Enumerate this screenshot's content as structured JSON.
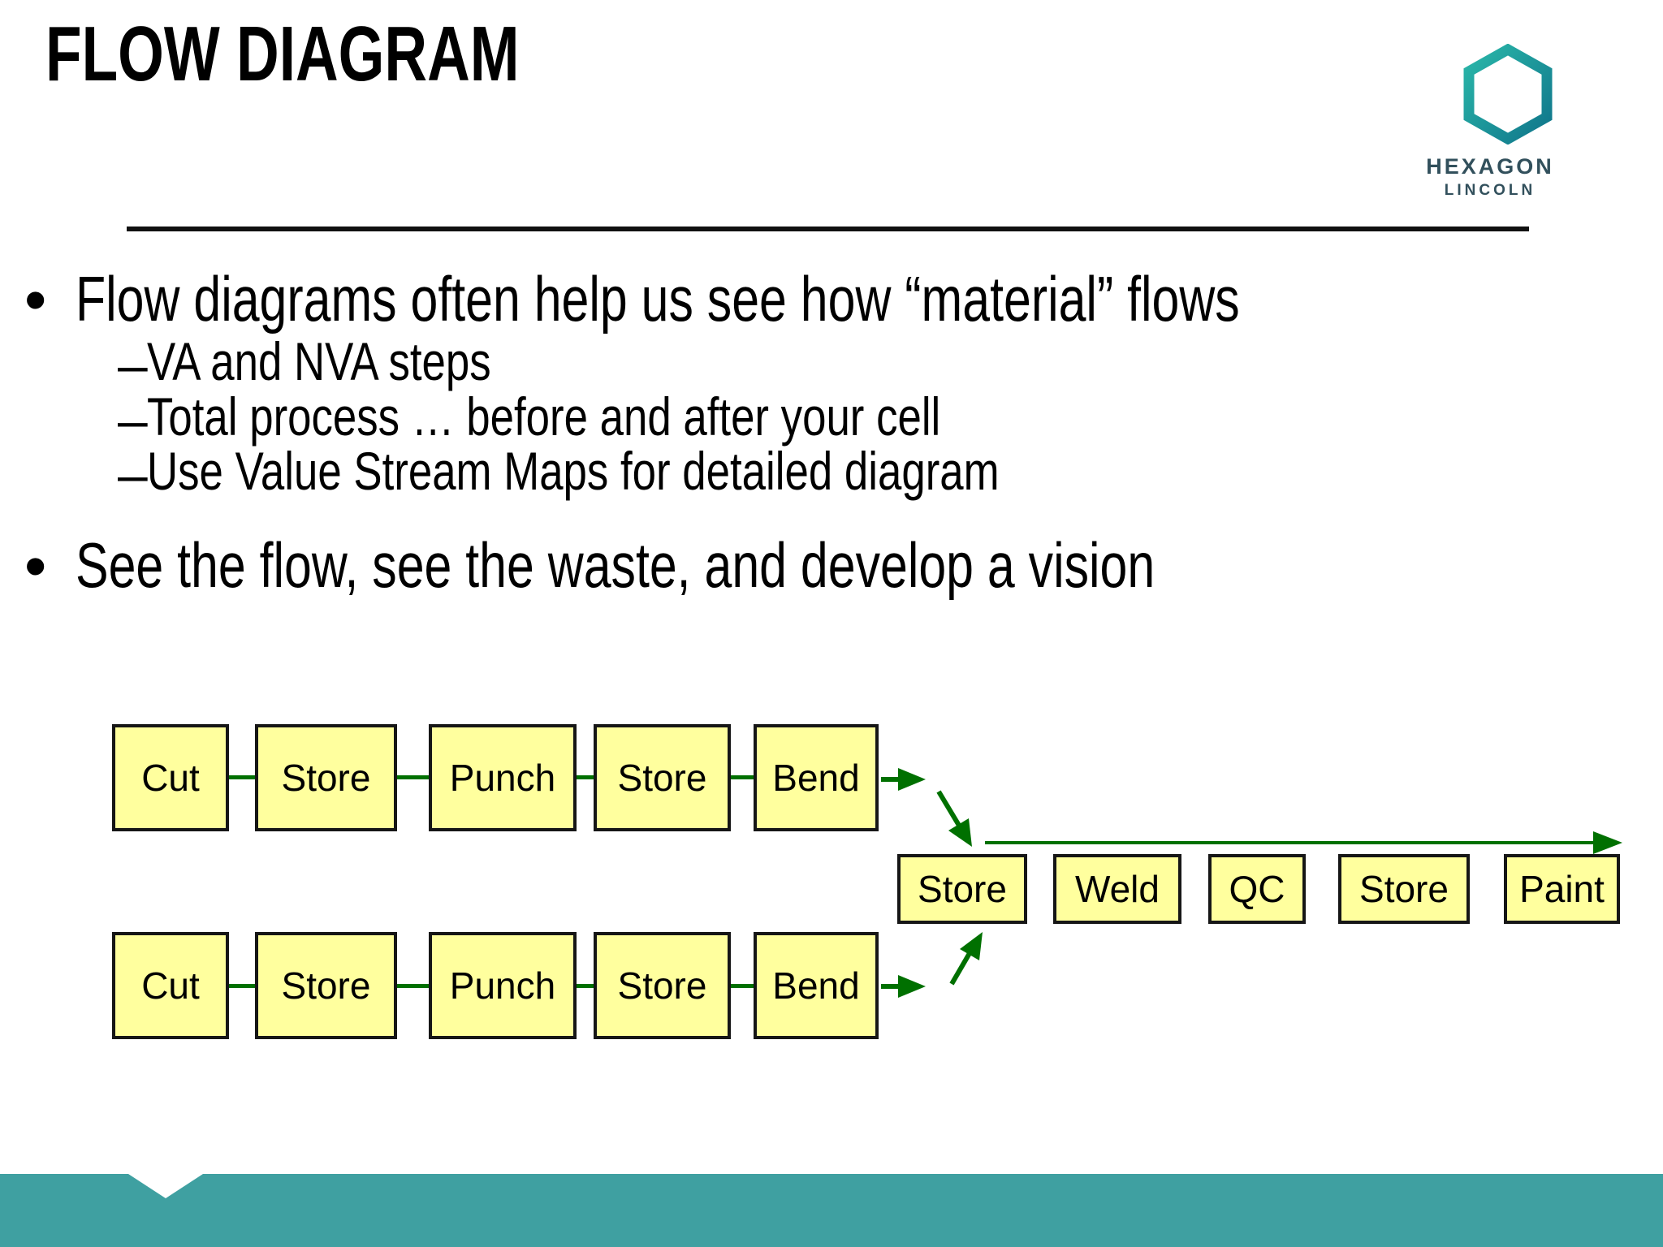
{
  "title": "FLOW DIAGRAM",
  "logo": {
    "brand": "HEXAGON",
    "division": "LINCOLN"
  },
  "bullets": {
    "marker": "•",
    "dash": "–",
    "b1": "Flow diagrams often help us see how “material” flows",
    "sub1": "VA and NVA steps",
    "sub2": "Total process … before and after your cell",
    "sub3": "Use Value Stream Maps for detailed diagram",
    "b2": "See the flow, see the waste, and develop a vision"
  },
  "diagram": {
    "rows": [
      {
        "name": "upper-line",
        "boxes": [
          {
            "label": "Cut"
          },
          {
            "label": "Store"
          },
          {
            "label": "Punch"
          },
          {
            "label": "Store"
          },
          {
            "label": "Bend"
          }
        ]
      },
      {
        "name": "main-line",
        "boxes": [
          {
            "label": "Store"
          },
          {
            "label": "Weld"
          },
          {
            "label": "QC"
          },
          {
            "label": "Store"
          },
          {
            "label": "Paint"
          }
        ]
      },
      {
        "name": "lower-line",
        "boxes": [
          {
            "label": "Cut"
          },
          {
            "label": "Store"
          },
          {
            "label": "Punch"
          },
          {
            "label": "Store"
          },
          {
            "label": "Bend"
          }
        ]
      }
    ]
  },
  "colors": {
    "green": "#007000",
    "yellow": "#FFFF9E",
    "teal": "#3FA0A1",
    "logo-teal-1": "#2AB7A9",
    "logo-teal-2": "#10768B",
    "logo-text": "#32505C"
  }
}
